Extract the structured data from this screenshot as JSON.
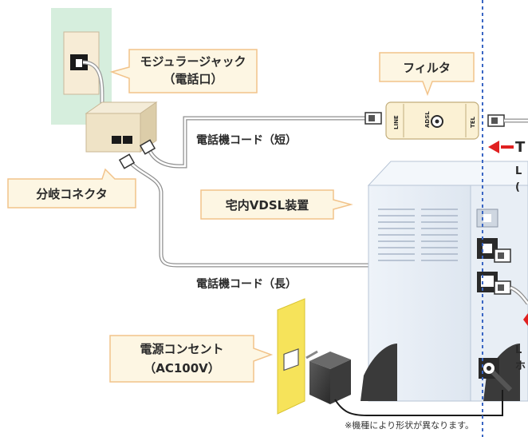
{
  "callouts": {
    "modular_jack_line1": "モジュラージャック",
    "modular_jack_line2": "（電話口）",
    "filter": "フィルタ",
    "splitter": "分岐コネクタ",
    "vdsl": "宅内VDSL装置",
    "outlet_line1": "電源コンセント",
    "outlet_line2": "（AC100V）"
  },
  "labels": {
    "phone_cord_short": "電話機コード（短）",
    "phone_cord_long": "電話機コード（長）",
    "footnote": "※機種により形状が異なります。"
  },
  "filter_ports": {
    "line": "LINE",
    "adsl": "ADSL",
    "tel": "TEL"
  },
  "cropped_text": {
    "t": "T",
    "l1": "L",
    "paren": "(",
    "l2": "L",
    "ho": "ホ"
  },
  "colors": {
    "callout_bg": "#fdf6e3",
    "callout_border": "#f2c38a",
    "wall_green": "#d9efe0",
    "outlet_yellow": "#f6e35a",
    "vdsl_body": "#e4ebf3",
    "dashed_line": "#3a66c4",
    "arrow_red": "#e02020"
  }
}
